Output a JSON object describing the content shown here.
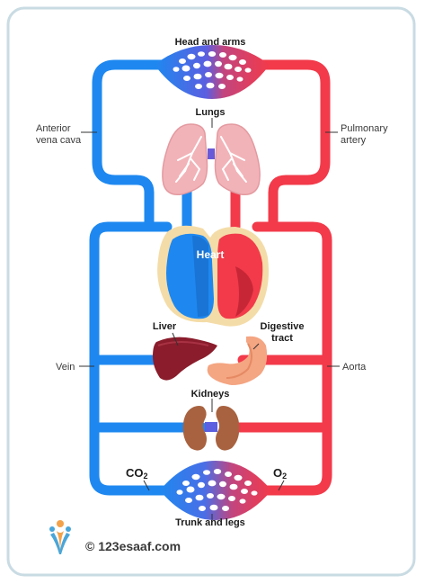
{
  "labels": {
    "head_and_arms": "Head and arms",
    "lungs": "Lungs",
    "anterior_vena_cava": [
      "Anterior",
      "vena cava"
    ],
    "pulmonary_artery": [
      "Pulmonary",
      "artery"
    ],
    "heart": "Heart",
    "liver": "Liver",
    "digestive_tract": [
      "Digestive",
      "tract"
    ],
    "vein": "Vein",
    "aorta": "Aorta",
    "kidneys": "Kidneys",
    "co2": "CO",
    "co2_sub": "2",
    "o2": "O",
    "o2_sub": "2",
    "trunk_and_legs": "Trunk and legs"
  },
  "watermark": {
    "text": "© 123esaaf.com"
  },
  "colors": {
    "deoxygenated": "#1e88f0",
    "oxygenated": "#f23a4a",
    "frame_border": "#c9dbe3",
    "heart_outline": "#f4dca8",
    "lung_fill": "#f2b3b8",
    "liver_fill": "#8a1c2b",
    "stomach_fill": "#f4a582",
    "kidney_fill": "#a8623f"
  }
}
